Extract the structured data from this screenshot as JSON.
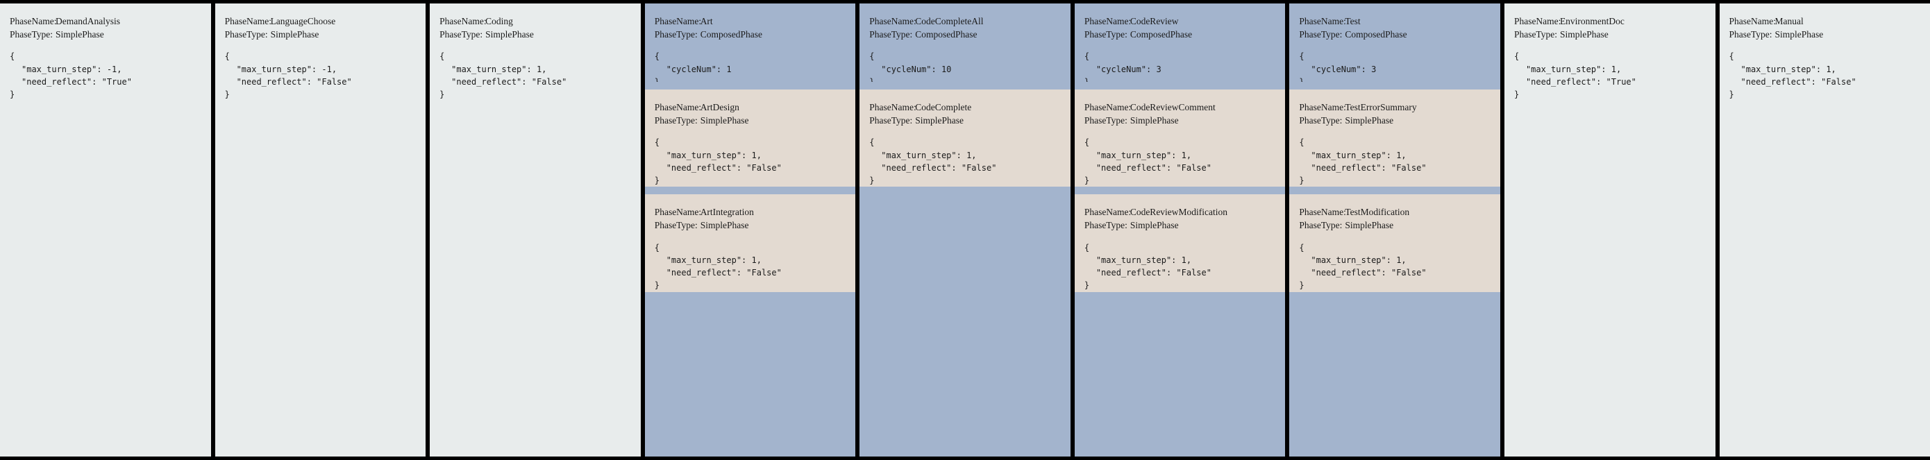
{
  "labels": {
    "phase_name": "PhaseName:",
    "phase_type": "PhaseType:",
    "brace_open": "{",
    "brace_close": "}"
  },
  "colors": {
    "background": "#000000",
    "simple_panel": "#e8ecec",
    "composed_panel": "#a3b4cd",
    "sub_phase_panel": "#e3dad1",
    "text": "#1b1b1b"
  },
  "panels": [
    {
      "name": "DemandAnalysis",
      "type": "SimplePhase",
      "kind": "simple",
      "config": [
        "\"max_turn_step\": -1,",
        "\"need_reflect\": \"True\""
      ]
    },
    {
      "name": "LanguageChoose",
      "type": "SimplePhase",
      "kind": "simple",
      "config": [
        "\"max_turn_step\": -1,",
        "\"need_reflect\": \"False\""
      ]
    },
    {
      "name": "Coding",
      "type": "SimplePhase",
      "kind": "simple",
      "config": [
        "\"max_turn_step\": 1,",
        "\"need_reflect\": \"False\""
      ]
    },
    {
      "name": "Art",
      "type": "ComposedPhase",
      "kind": "composed",
      "config": [
        "\"cycleNum\": 1"
      ],
      "subphases": [
        {
          "name": "ArtDesign",
          "type": "SimplePhase",
          "config": [
            "\"max_turn_step\": 1,",
            "\"need_reflect\": \"False\""
          ]
        },
        {
          "name": "ArtIntegration",
          "type": "SimplePhase",
          "config": [
            "\"max_turn_step\": 1,",
            "\"need_reflect\": \"False\""
          ]
        }
      ]
    },
    {
      "name": "CodeCompleteAll",
      "type": "ComposedPhase",
      "kind": "composed",
      "config": [
        "\"cycleNum\": 10"
      ],
      "subphases": [
        {
          "name": "CodeComplete",
          "type": "SimplePhase",
          "config": [
            "\"max_turn_step\": 1,",
            "\"need_reflect\": \"False\""
          ]
        }
      ]
    },
    {
      "name": "CodeReview",
      "type": "ComposedPhase",
      "kind": "composed",
      "config": [
        "\"cycleNum\": 3"
      ],
      "subphases": [
        {
          "name": "CodeReviewComment",
          "type": "SimplePhase",
          "config": [
            "\"max_turn_step\": 1,",
            "\"need_reflect\": \"False\""
          ]
        },
        {
          "name": "CodeReviewModification",
          "type": "SimplePhase",
          "config": [
            "\"max_turn_step\": 1,",
            "\"need_reflect\": \"False\""
          ]
        }
      ]
    },
    {
      "name": "Test",
      "type": "ComposedPhase",
      "kind": "composed",
      "config": [
        "\"cycleNum\": 3"
      ],
      "subphases": [
        {
          "name": "TestErrorSummary",
          "type": "SimplePhase",
          "config": [
            "\"max_turn_step\": 1,",
            "\"need_reflect\": \"False\""
          ]
        },
        {
          "name": "TestModification",
          "type": "SimplePhase",
          "config": [
            "\"max_turn_step\": 1,",
            "\"need_reflect\": \"False\""
          ]
        }
      ]
    },
    {
      "name": "EnvironmentDoc",
      "type": "SimplePhase",
      "kind": "simple",
      "config": [
        "\"max_turn_step\": 1,",
        "\"need_reflect\": \"True\""
      ]
    },
    {
      "name": "Manual",
      "type": "SimplePhase",
      "kind": "simple",
      "config": [
        "\"max_turn_step\": 1,",
        "\"need_reflect\": \"False\""
      ]
    }
  ]
}
